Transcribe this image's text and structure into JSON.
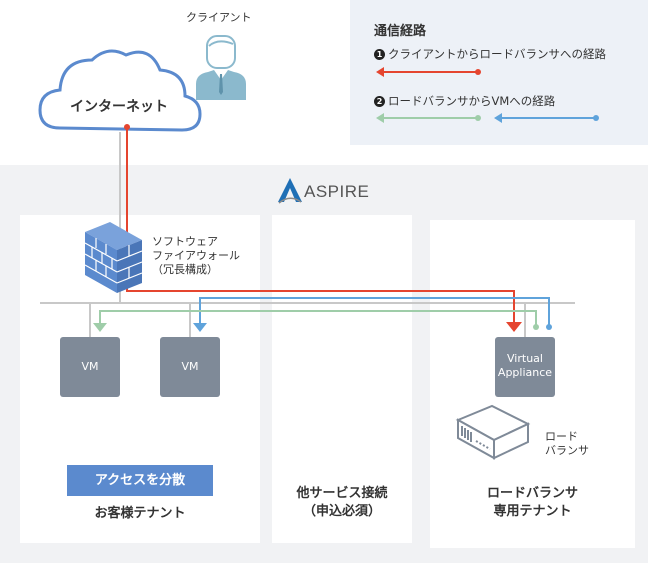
{
  "legend": {
    "title": "通信経路",
    "items": [
      {
        "number": "1",
        "label": "クライアントからロードバランサへの経路",
        "color": "#e5452f"
      },
      {
        "number": "2",
        "label": "ロードバランサからVMへの経路",
        "colors": [
          "#9fcda9",
          "#5fa3db"
        ]
      }
    ]
  },
  "internet": {
    "label": "インターネット",
    "stroke_color": "#5b8ace"
  },
  "client": {
    "label": "クライアント",
    "color": "#8bb9cd"
  },
  "brand": {
    "name": "ASPIRE",
    "logo_color": "#1f6fb5"
  },
  "firewall": {
    "lines": [
      "ソフトウェア",
      "ファイアウォール",
      "（冗長構成）"
    ],
    "color": "#5b8ace"
  },
  "customer_tenant": {
    "vms": [
      "VM",
      "VM"
    ],
    "button_label": "アクセスを分散",
    "title": "お客様テナント"
  },
  "other_service": {
    "lines": [
      "他サービス接続",
      "（申込必須）"
    ]
  },
  "lb_tenant": {
    "appliance_lines": [
      "Virtual",
      "Appliance"
    ],
    "lb_label_lines": [
      "ロード",
      "バランサ"
    ],
    "title_lines": [
      "ロードバランサ",
      "専用テナント"
    ]
  },
  "colors": {
    "route_client": "#e5452f",
    "route_vm_green": "#9fcda9",
    "route_vm_blue": "#5fa3db",
    "network_line": "#c8c8c8",
    "vm_box": "#7f8a98",
    "button": "#5b8ace"
  }
}
